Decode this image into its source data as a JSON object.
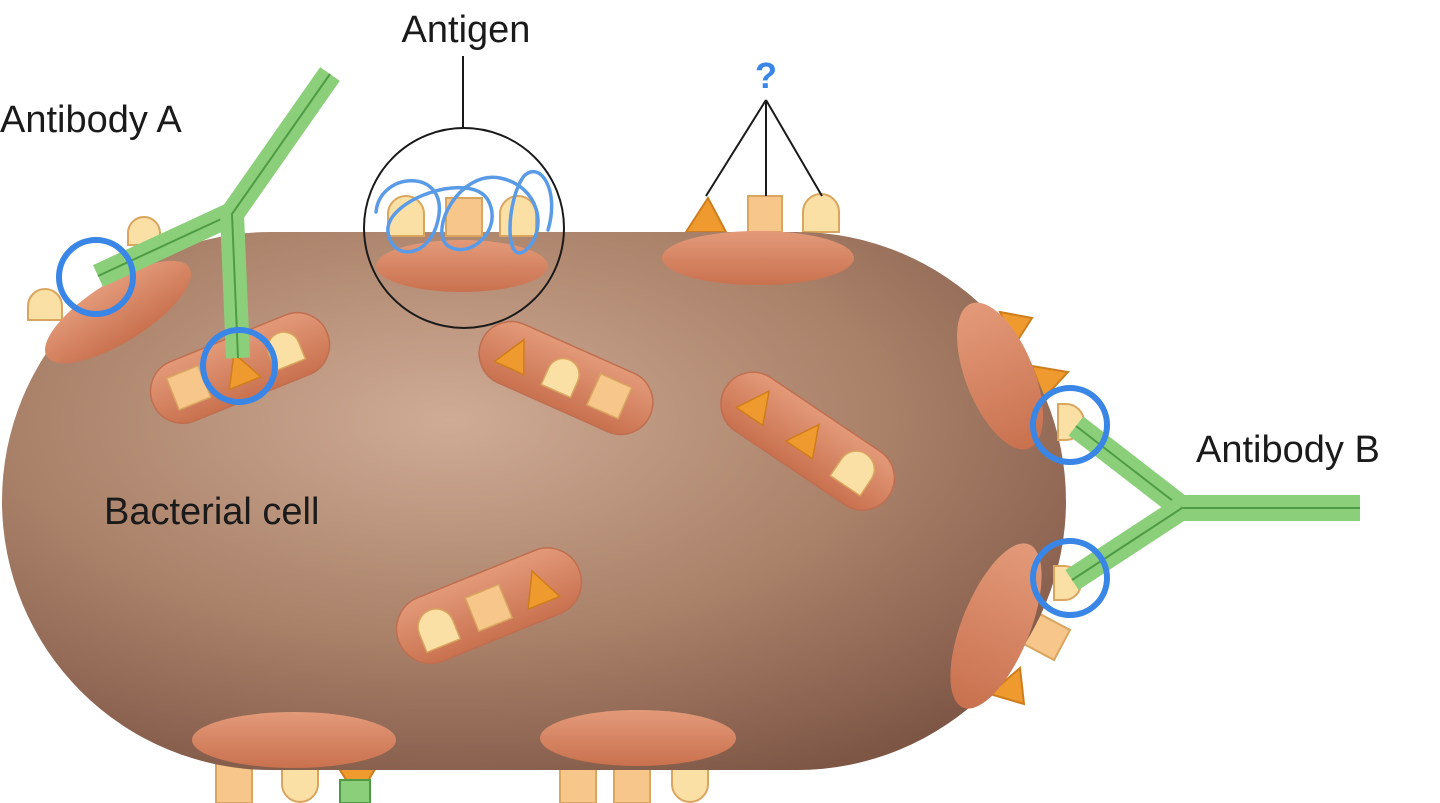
{
  "labels": {
    "antibody_a": "Antibody A",
    "antigen": "Antigen",
    "question": "?",
    "antibody_b": "Antibody B",
    "bacterial_cell": "Bacterial cell"
  },
  "colors": {
    "cell_light": "#caa48e",
    "cell_mid": "#a87f6a",
    "cell_dark": "#7e5546",
    "protein": "#d98767",
    "protein_edge": "#c06e50",
    "epitope_square": "#f6c68a",
    "epitope_round": "#fbe0a6",
    "epitope_triangle": "#ef9a2e",
    "antibody": "#8ccf7a",
    "antibody_edge": "#4f9b45",
    "highlight_circle": "#3a86e6",
    "scribble": "#5a9be8",
    "question": "#3a86e6"
  }
}
